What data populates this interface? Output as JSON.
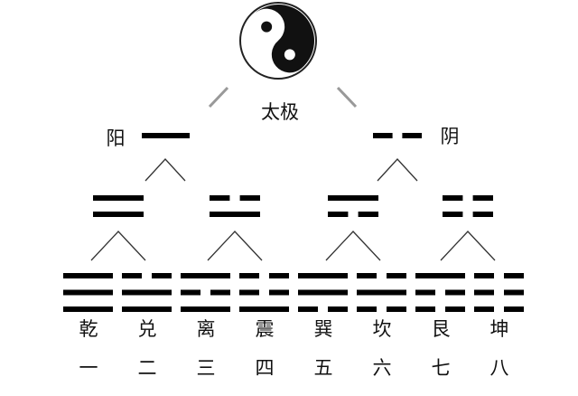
{
  "taiji": {
    "label": "太极",
    "icon": "yin-yang-icon"
  },
  "level1": [
    {
      "label": "阳",
      "lines": [
        1
      ]
    },
    {
      "label": "阴",
      "lines": [
        0
      ]
    }
  ],
  "level2": [
    {
      "lines": [
        1,
        1
      ]
    },
    {
      "lines": [
        0,
        1
      ]
    },
    {
      "lines": [
        1,
        0
      ]
    },
    {
      "lines": [
        0,
        0
      ]
    }
  ],
  "trigrams": [
    {
      "name": "乾",
      "number": "一",
      "lines": [
        1,
        1,
        1
      ]
    },
    {
      "name": "兑",
      "number": "二",
      "lines": [
        0,
        1,
        1
      ]
    },
    {
      "name": "离",
      "number": "三",
      "lines": [
        1,
        0,
        1
      ]
    },
    {
      "name": "震",
      "number": "四",
      "lines": [
        0,
        0,
        1
      ]
    },
    {
      "name": "巽",
      "number": "五",
      "lines": [
        1,
        1,
        0
      ]
    },
    {
      "name": "坎",
      "number": "六",
      "lines": [
        0,
        1,
        0
      ]
    },
    {
      "name": "艮",
      "number": "七",
      "lines": [
        1,
        0,
        0
      ]
    },
    {
      "name": "坤",
      "number": "八",
      "lines": [
        0,
        0,
        0
      ]
    }
  ]
}
